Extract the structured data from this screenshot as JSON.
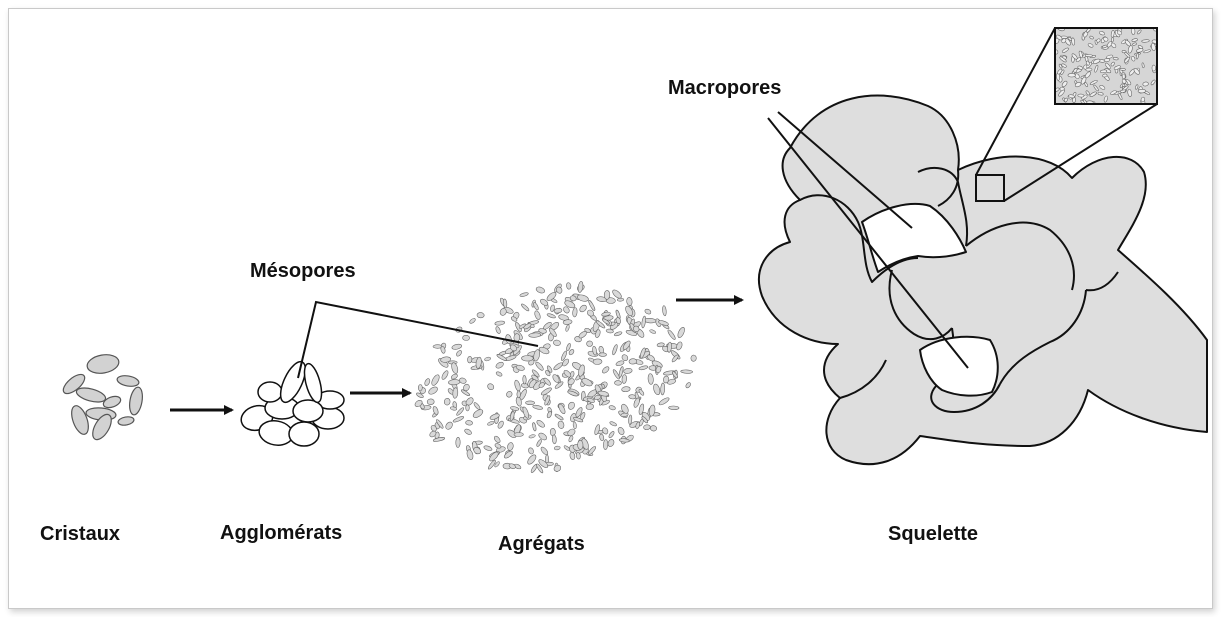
{
  "labels": {
    "cristaux": "Cristaux",
    "agglomerats": "Agglomérats",
    "agregats": "Agrégats",
    "squelette": "Squelette",
    "mesopores": "Mésopores",
    "macropores": "Macropores"
  },
  "colors": {
    "particle_fill": "#d2d2d2",
    "skeleton_fill": "#dedede",
    "stroke": "#111111"
  }
}
